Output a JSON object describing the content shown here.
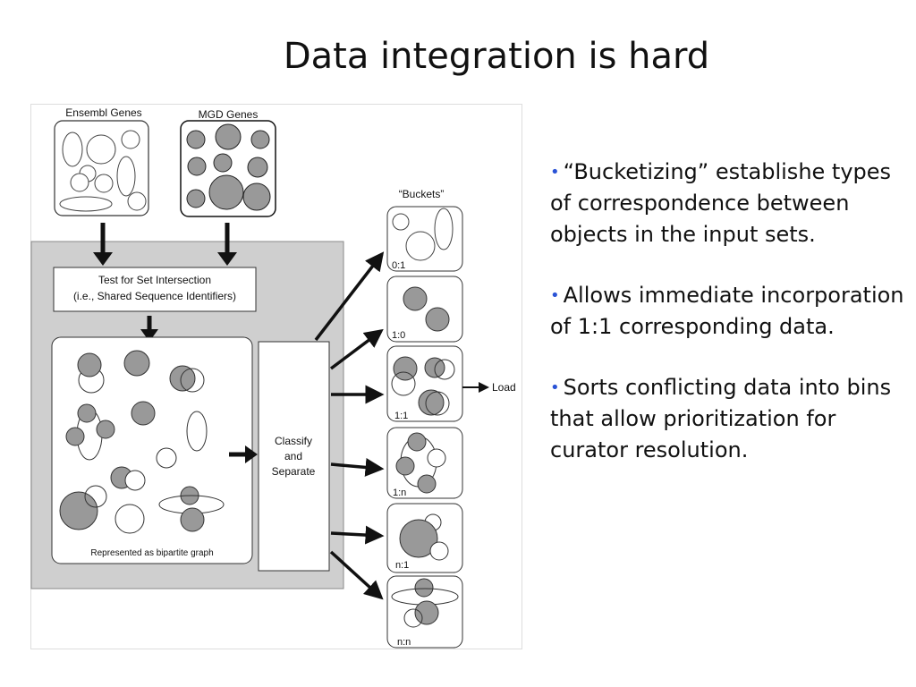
{
  "slide": {
    "title": "Data integration is hard"
  },
  "figure": {
    "ensembl_label": "Ensembl Genes",
    "mgd_label": "MGD Genes",
    "buckets_label": "“Buckets”",
    "intersect_line1": "Test for Set Intersection",
    "intersect_line2": "(i.e., Shared Sequence Identifiers)",
    "graph_caption": "Represented as bipartite graph",
    "classify_line1": "Classify",
    "classify_line2": "and",
    "classify_line3": "Separate",
    "load_label": "Load",
    "bucket_labels": [
      "0:1",
      "1:0",
      "1:1",
      "1:n",
      "n:1",
      "n:n"
    ]
  },
  "bullets": [
    "“Bucketizing” establishe types of correspondence between objects in the input sets.",
    "Allows immediate incorporation of 1:1 corresponding data.",
    "Sorts conflicting data into bins that allow prioritization for curator resolution."
  ],
  "colors": {
    "accent": "#2a53d6",
    "panel_gray": "#cfcfcf",
    "circle_fill": "#999999"
  }
}
